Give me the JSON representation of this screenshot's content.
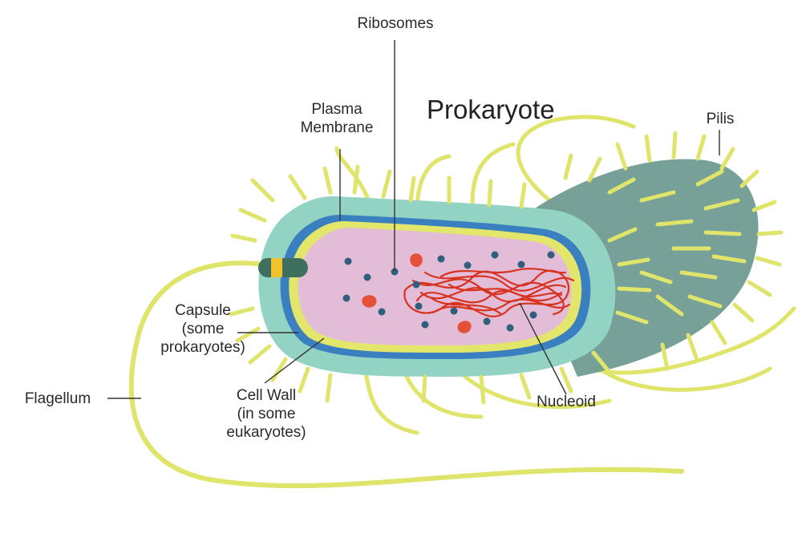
{
  "diagram": {
    "title": "Prokaryote",
    "labels": {
      "ribosomes": [
        "Ribosomes"
      ],
      "plasma_membrane": [
        "Plasma",
        "Membrane"
      ],
      "pilis": [
        "Pilis"
      ],
      "capsule": [
        "Capsule",
        "(some",
        "prokaryotes)"
      ],
      "flagellum": [
        "Flagellum"
      ],
      "cell_wall": [
        "Cell Wall",
        "(in some",
        "eukaryotes)"
      ],
      "nucleoid": [
        "Nucleoid"
      ]
    },
    "colors": {
      "capsule": "#93d3c3",
      "capsule_shadow": "#6f9b92",
      "cell_wall": "#3a7fc0",
      "plasma_membrane": "#e2e66a",
      "cytoplasm": "#e3bcd8",
      "pili": "#dfe46a",
      "ribosome": "#2f5f7c",
      "nucleoid": "#d8331f",
      "leader_line": "#333333"
    }
  }
}
